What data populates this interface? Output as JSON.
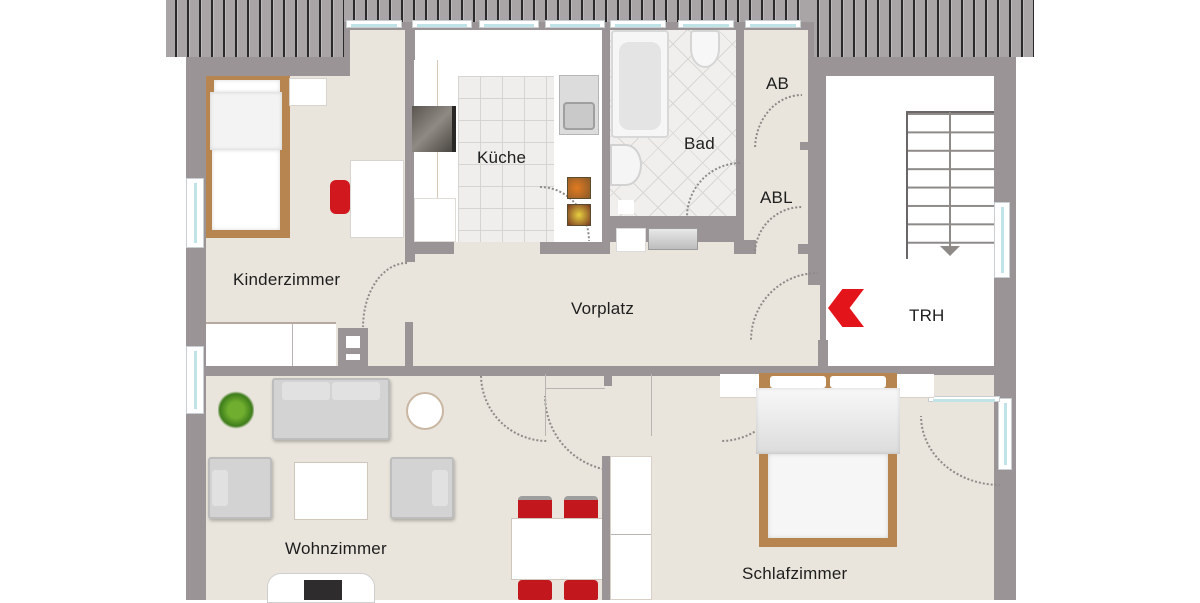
{
  "plan": {
    "rooms": {
      "kinderzimmer": "Kinderzimmer",
      "kueche": "Küche",
      "bad": "Bad",
      "ab": "AB",
      "abl": "ABL",
      "vorplatz": "Vorplatz",
      "trh": "TRH",
      "wohnzimmer": "Wohnzimmer",
      "schlafzimmer": "Schlafzimmer"
    },
    "icons": {
      "entrance": "red-chevron-left-arrow",
      "stairs_direction": "triangle-down"
    },
    "colors": {
      "wall": "#9b9497",
      "floor": "#e9e5dc",
      "roof": "#a9a5a7",
      "accent_red": "#e4141b",
      "bed_frame": "#b7854f",
      "window_glass": "#bfe3e6"
    }
  }
}
